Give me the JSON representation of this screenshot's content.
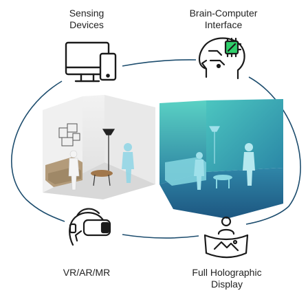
{
  "nodes": {
    "sensing": {
      "line1": "Sensing",
      "line2": "Devices",
      "icon": "desktop-and-phone-icon"
    },
    "bci": {
      "line1": "Brain-Computer",
      "line2": "Interface",
      "icon": "head-with-chip-icon"
    },
    "vr": {
      "line1": "VR/AR/MR",
      "icon": "vr-headset-icon"
    },
    "holo": {
      "line1": "Full Holographic",
      "line2": "Display",
      "icon": "holographic-display-icon"
    }
  },
  "scenes": {
    "physical": {
      "name": "physical-room-scene"
    },
    "virtual": {
      "name": "virtual-room-scene"
    }
  },
  "colors": {
    "connector": "#1d4d6e",
    "icon_stroke": "#1a1a1a",
    "chip_green": "#2fcf6b",
    "virtual_light": "#5ad1c4",
    "virtual_dark": "#1f5f86",
    "room_wall": "#ececec",
    "room_floor": "#d9d9d9"
  }
}
